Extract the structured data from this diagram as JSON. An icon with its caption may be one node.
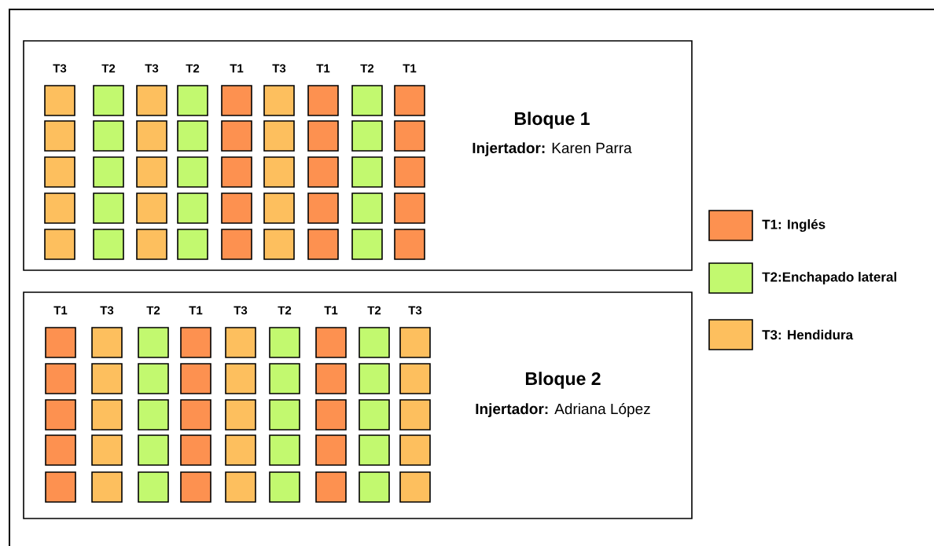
{
  "diagram": {
    "nodes": [
      {
        "text": [
          "Bloque 1",
          "**Injertador:** Karen Parra"
        ]
      },
      {
        "text": [
          "Bloque 2",
          "**Injertador:** Adriana López"
        ]
      }
    ],
    "labels": [
      "T3",
      "T2",
      "T3",
      "T2",
      "T1",
      "T3",
      "T1",
      "T2",
      "T1",
      "T1",
      "T3",
      "T2",
      "T1",
      "T3",
      "T2",
      "T1",
      "T2",
      "T3"
    ],
    "legend": [
      {
        "text": "T1: Inglés",
        "color": "#fd9150"
      },
      {
        "text": "T2:Enchapado lateral",
        "color": "#c2f96f"
      },
      {
        "text": "T3: Hendidura",
        "color": "#fdbf5e"
      }
    ]
  }
}
